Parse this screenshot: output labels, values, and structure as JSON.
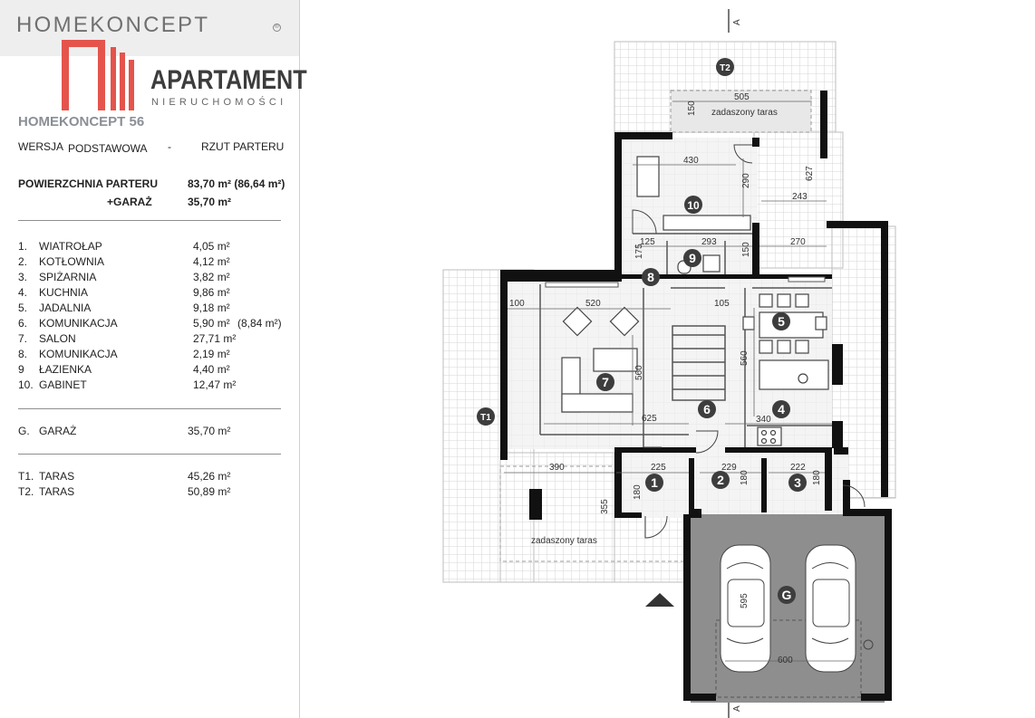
{
  "header": {
    "brand": "HOMEKONCEPT",
    "registered": "®",
    "company": "APARTAMENT",
    "company_sub": "NIERUCHOMOŚCI"
  },
  "project": {
    "title": "HOMEKONCEPT 56",
    "version_label": "WERSJA",
    "version_value": "PODSTAWOWA",
    "dash": "-",
    "view": "RZUT PARTERU"
  },
  "summary": {
    "floor_label": "POWIERZCHNIA PARTERU",
    "floor_value": "83,70 m² (86,64 m²)",
    "garage_label": "+GARAŻ",
    "garage_value": "35,70 m²"
  },
  "rooms": [
    {
      "no": "1.",
      "name": "WIATROŁAP",
      "area": "4,05 m²",
      "extra": ""
    },
    {
      "no": "2.",
      "name": "KOTŁOWNIA",
      "area": "4,12 m²",
      "extra": ""
    },
    {
      "no": "3.",
      "name": "SPIŻARNIA",
      "area": "3,82 m²",
      "extra": ""
    },
    {
      "no": "4.",
      "name": "KUCHNIA",
      "area": "9,86 m²",
      "extra": ""
    },
    {
      "no": "5.",
      "name": "JADALNIA",
      "area": "9,18 m²",
      "extra": ""
    },
    {
      "no": "6.",
      "name": "KOMUNIKACJA",
      "area": "5,90 m²",
      "extra": "(8,84 m²)"
    },
    {
      "no": "7.",
      "name": "SALON",
      "area": "27,71 m²",
      "extra": ""
    },
    {
      "no": "8.",
      "name": "KOMUNIKACJA",
      "area": "2,19 m²",
      "extra": ""
    },
    {
      "no": "9",
      "name": "ŁAZIENKA",
      "area": "4,40 m²",
      "extra": ""
    },
    {
      "no": "10.",
      "name": "GABINET",
      "area": "12,47 m²",
      "extra": ""
    }
  ],
  "garage": {
    "no": "G.",
    "name": "GARAŻ",
    "area": "35,70 m²"
  },
  "terraces": [
    {
      "no": "T1.",
      "name": "TARAS",
      "area": "45,26 m²"
    },
    {
      "no": "T2.",
      "name": "TARAS",
      "area": "50,89 m²"
    }
  ],
  "plan": {
    "section_marker": "A",
    "covered_terrace": "zadaszony taras",
    "markers": {
      "room1": "1",
      "room2": "2",
      "room3": "3",
      "room4": "4",
      "room5": "5",
      "room6": "6",
      "room7": "7",
      "room8": "8",
      "room9": "9",
      "room10": "10",
      "garage": "G",
      "terrace1": "T1",
      "terrace2": "T2"
    },
    "dims": {
      "d505": "505",
      "d150a": "150",
      "d430": "430",
      "d290": "290",
      "d627": "627",
      "d243": "243",
      "d125": "125",
      "d293": "293",
      "d270": "270",
      "d175": "175",
      "d150b": "150",
      "d100": "100",
      "d520": "520",
      "d105": "105",
      "d560a": "560",
      "d560b": "560",
      "d625": "625",
      "d340": "340",
      "d390": "390",
      "d225": "225",
      "d229": "229",
      "d222": "222",
      "d180a": "180",
      "d180b": "180",
      "d180c": "180",
      "d355": "355",
      "d595": "595",
      "d600": "600"
    }
  },
  "colors": {
    "accent": "#e4544c",
    "marker": "#3d3d3d",
    "wall": "#111111",
    "garage_floor": "#8e8e8e",
    "terrace_grid": "#d6d6d6"
  }
}
